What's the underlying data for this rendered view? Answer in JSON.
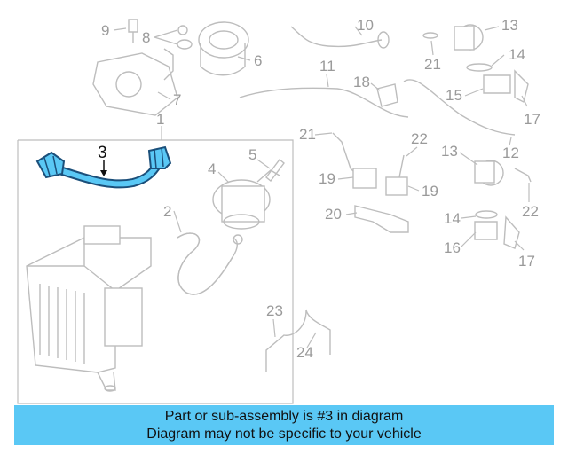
{
  "banner": {
    "line1": "Part or sub-assembly is #3 in diagram",
    "line2": "Diagram may not be specific to your vehicle",
    "color": "#5ac8f5"
  },
  "highlight": {
    "part_number": "3",
    "color": "#5ac8f5",
    "outline_color": "#1b4f7a"
  },
  "callouts": {
    "c1": "1",
    "c2": "2",
    "c3": "3",
    "c4": "4",
    "c5": "5",
    "c6": "6",
    "c7": "7",
    "c8": "8",
    "c9": "9",
    "c10": "10",
    "c11": "11",
    "c12": "12",
    "c13a": "13",
    "c13b": "13",
    "c14a": "14",
    "c14b": "14",
    "c15": "15",
    "c16": "16",
    "c17a": "17",
    "c17b": "17",
    "c18": "18",
    "c19a": "19",
    "c19b": "19",
    "c20": "20",
    "c21a": "21",
    "c21b": "21",
    "c22a": "22",
    "c22b": "22",
    "c23": "23",
    "c24": "24"
  }
}
